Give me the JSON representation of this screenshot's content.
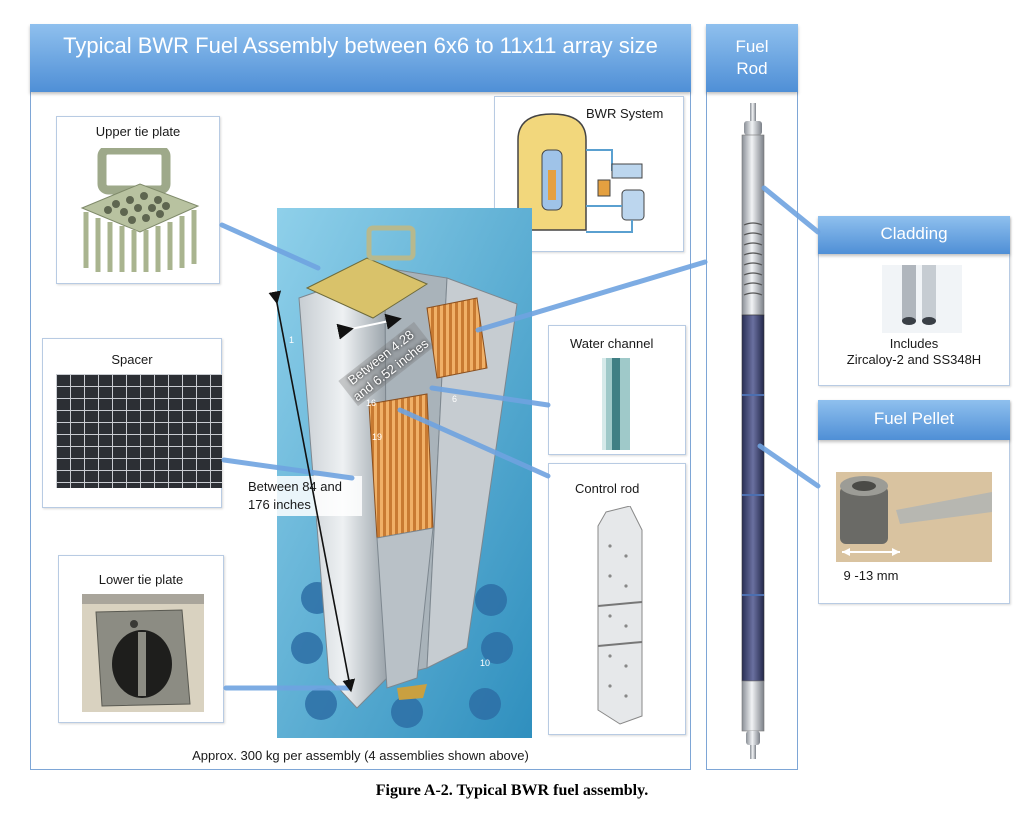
{
  "title": "Typical BWR Fuel Assembly between 6x6 to 11x11 array size",
  "fuel_rod_header": "Fuel\nRod",
  "cladding": {
    "header": "Cladding",
    "caption_line1": "Includes",
    "caption_line2": "Zircaloy-2 and SS348H"
  },
  "fuel_pellet": {
    "header": "Fuel Pellet",
    "caption": "9 -13 mm"
  },
  "parts": {
    "upper_tie_plate": "Upper tie plate",
    "spacer": "Spacer",
    "lower_tie_plate": "Lower tie plate",
    "bwr_system": "BWR System",
    "water_channel": "Water channel",
    "control_rod": "Control rod"
  },
  "dimensions": {
    "width": "Between 4.28 and 6.52 inches",
    "length_line1": "Between 84 and",
    "length_line2": "176 inches"
  },
  "assembly_numbers": [
    "1",
    "16",
    "6",
    "19",
    "10"
  ],
  "footer_note": "Approx. 300 kg per assembly (4 assemblies shown above)",
  "figure_caption": "Figure A-2.  Typical BWR fuel assembly.",
  "colors": {
    "header_blue": "#5b9bdc",
    "border_blue": "#7ea6d6",
    "arrow_blue": "#6fa3e0",
    "water_blue": "#5fb4d8"
  }
}
